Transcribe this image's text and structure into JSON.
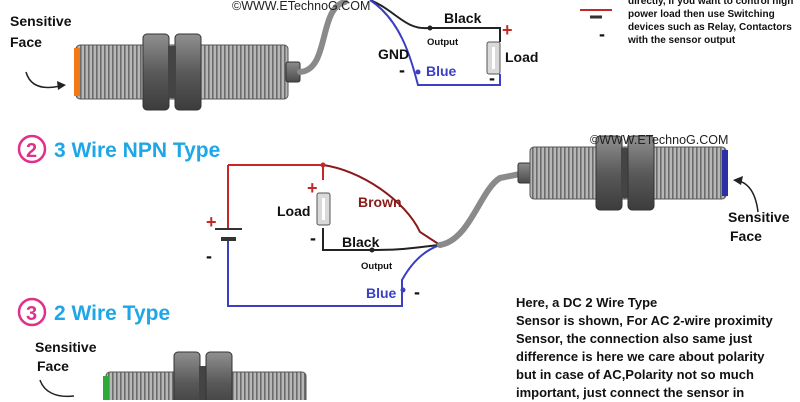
{
  "watermark_top": "©WWW.ETechnoG.COM",
  "watermark_mid": "©WWW.ETechnoG.COM",
  "colors": {
    "heading": "#1ea6e6",
    "circle": "#e0308c",
    "wire_red": "#c62828",
    "wire_blue": "#3a3fc4",
    "face_orange": "#f07a1a",
    "face_blue": "#2d2fa6",
    "face_green": "#2eaa3a"
  },
  "top": {
    "sensitive_face_line1": "Sensitive",
    "sensitive_face_line2": "Face",
    "black_label": "Black",
    "output_label": "Output",
    "gnd_label": "GND",
    "blue_label": "Blue",
    "load_label": "Load",
    "plus": "+",
    "minus": "-",
    "note_lines": [
      "directly, If you want to control high",
      "power load then use Switching",
      "devices such as Relay, Contactors",
      "with the sensor output"
    ]
  },
  "npn": {
    "number": "2",
    "title": "3 Wire NPN Type",
    "load_label": "Load",
    "brown_label": "Brown",
    "black_label": "Black",
    "output_label": "Output",
    "blue_label": "Blue",
    "sensitive_face_line1": "Sensitive",
    "sensitive_face_line2": "Face",
    "plus": "+",
    "minus": "-"
  },
  "two_wire": {
    "number": "3",
    "title": "2 Wire Type",
    "sensitive_face_line1": "Sensitive",
    "sensitive_face_line2": "Face",
    "paragraph_lines": [
      "Here, a DC 2 Wire Type",
      "Sensor is shown, For AC 2-wire proximity",
      "Sensor, the connection also same just",
      "difference is here we care about polarity",
      " but in case of AC,Polarity not so much",
      "important, just connect the sensor in"
    ]
  }
}
